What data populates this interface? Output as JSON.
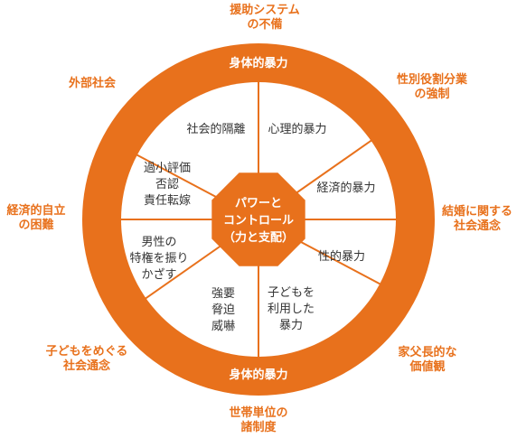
{
  "colors": {
    "ring": "#e8711c",
    "hub": "#e8711c",
    "dividers": "#e8711c",
    "inner_text": "#333333",
    "ring_text": "#ffffff",
    "outer_text": "#e8711c"
  },
  "ring": {
    "top_label": "身体的暴力",
    "bottom_label": "身体的暴力"
  },
  "center": {
    "lines": [
      "パワーと",
      "コントロール",
      "（力と支配）"
    ]
  },
  "segments": [
    {
      "lines": [
        "心理的暴力"
      ]
    },
    {
      "lines": [
        "経済的暴力"
      ]
    },
    {
      "lines": [
        "性的暴力"
      ]
    },
    {
      "lines": [
        "子どもを",
        "利用した",
        "暴力"
      ]
    },
    {
      "lines": [
        "強要",
        "脅迫",
        "威嚇"
      ]
    },
    {
      "lines": [
        "男性の",
        "特権を振り",
        "かざす"
      ]
    },
    {
      "lines": [
        "過小評価",
        "否認",
        "責任転嫁"
      ]
    },
    {
      "lines": [
        "社会的隔離"
      ]
    }
  ],
  "outer_labels": [
    {
      "lines": [
        "援助システム",
        "の不備"
      ]
    },
    {
      "lines": [
        "性別役割分業",
        "の強制"
      ]
    },
    {
      "lines": [
        "結婚に関する",
        "社会通念"
      ]
    },
    {
      "lines": [
        "家父長的な",
        "価値観"
      ]
    },
    {
      "lines": [
        "世帯単位の",
        "諸制度"
      ]
    },
    {
      "lines": [
        "子どもをめぐる",
        "社会通念"
      ]
    },
    {
      "lines": [
        "経済的自立",
        "の困難"
      ]
    },
    {
      "lines": [
        "外部社会"
      ]
    }
  ]
}
